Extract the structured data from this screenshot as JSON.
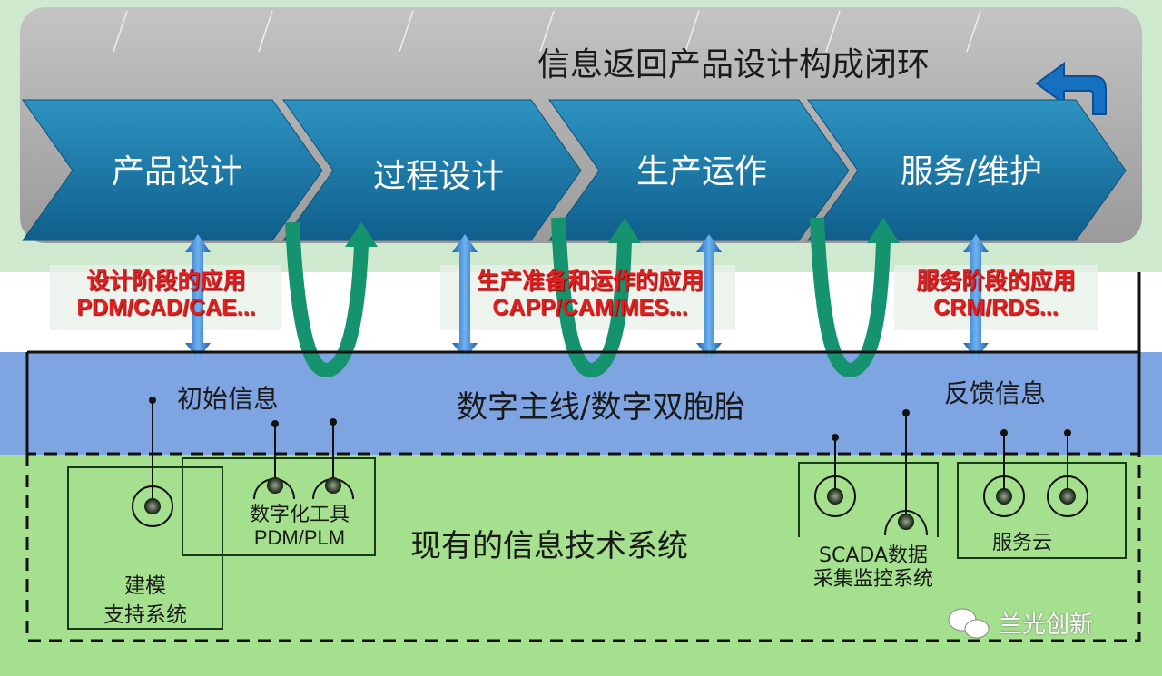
{
  "title": "信息返回产品设计构成闭环",
  "stages": [
    "产品设计",
    "过程设计",
    "生产运作",
    "服务/维护"
  ],
  "applications": [
    {
      "line1": "设计阶段的应用",
      "line2": "PDM/CAD/CAE..."
    },
    {
      "line1": "生产准备和运作的应用",
      "line2": "CAPP/CAM/MES..."
    },
    {
      "line1": "服务阶段的应用",
      "line2": "CRM/RDS..."
    }
  ],
  "thread": {
    "initial_info": "初始信息",
    "main_label": "数字主线/数字双胞胎",
    "feedback_info": "反馈信息"
  },
  "systems": {
    "area_label": "现有的信息技术系统",
    "modeling": {
      "line1": "建模",
      "line2": "支持系统"
    },
    "digital_tools": {
      "line1": "数字化工具",
      "line2": "PDM/PLM"
    },
    "scada": {
      "line1": "SCADA数据",
      "line2": "采集监控系统"
    },
    "service_cloud": "服务云"
  },
  "watermark": "兰光创新",
  "colors": {
    "chevron": "#1b7fae",
    "loop": "#15936f",
    "blue_band": "#7ea4e2",
    "green_band": "#a5e08f",
    "red_text": "#e02020"
  }
}
